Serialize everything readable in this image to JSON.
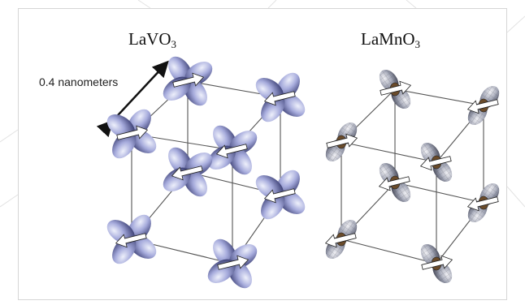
{
  "panels": [
    {
      "formula": "LaVO",
      "subscript": "3"
    },
    {
      "formula": "LaMnO",
      "subscript": "3"
    }
  ],
  "scale_label": "0.4 nanometers",
  "colors": {
    "orbital_light": "#d8dcf2",
    "orbital_mid": "#8b92cf",
    "orbital_dark": "#4b4f8a",
    "mesh_light": "#c8cbd8",
    "mesh_dark": "#5d6071",
    "arrow_fill": "#ffffff",
    "edge": "#555555"
  },
  "icons": [
    "double-arrow-icon",
    "orbital-lobe",
    "spin-arrow"
  ]
}
